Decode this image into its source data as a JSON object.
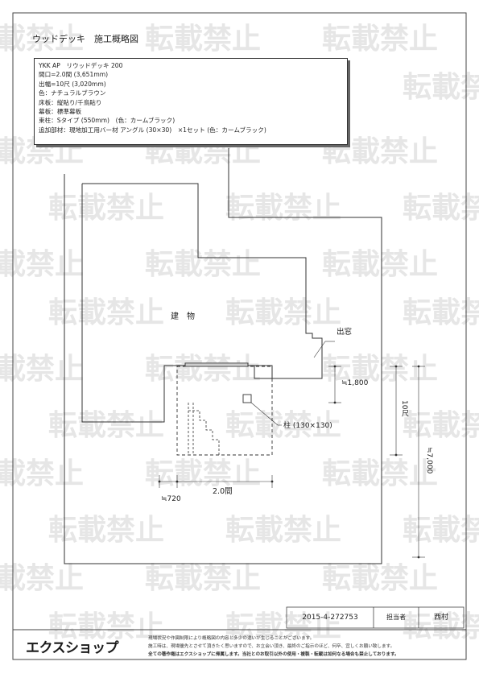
{
  "title": "ウッドデッキ　施工概略図",
  "spec": {
    "lines": [
      "YKK AP　リウッドデッキ 200",
      "間口=2.0間 (3,651mm)",
      "出幅=10尺 (3,020mm)",
      "色：ナチュラルブラウン",
      "床板：縦貼り/千鳥貼り",
      "幕板：標準幕板",
      "束柱：Sタイプ (550mm)　(色：カームブラック)",
      "追加部材：現地加工用バー材 アングル (30×30)　×1セット (色：カームブラック)"
    ]
  },
  "drawing": {
    "building_label": "建　物",
    "bay_window_label": "出窓",
    "post_label": "柱 (130×130)",
    "dim_1800": "≒1,800",
    "dim_10shaku": "10尺",
    "dim_7000": "≒7,000",
    "dim_2ken": "2.0間",
    "dim_720": "≒720"
  },
  "watermark": "転載禁止",
  "footer": {
    "code": "2015-4-272753",
    "tanto_label": "担当者",
    "tanto_name": "西村",
    "logo": "エクスショップ",
    "notes": [
      "現場状況や作図制限により概略図の内容と多少の違いが生じることがございます。",
      "施工時は、現場優先とさせて頂きたく思いますので、お立会い頂き、最終のご指示のほど、何卒、宜しくお願い致します。",
      "全ての著作権はエクスショップに帰属します。当社とのお取引以外の使用・複製・転載は如何なる場合も禁止しております。"
    ]
  }
}
